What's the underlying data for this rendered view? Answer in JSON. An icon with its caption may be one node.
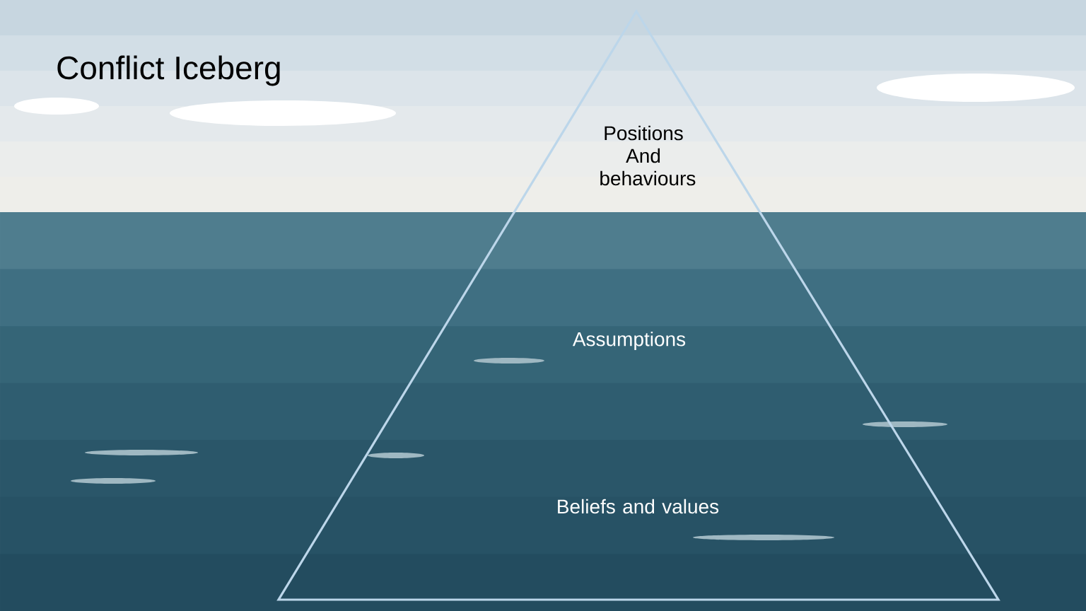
{
  "diagram": {
    "title": "Conflict Iceberg",
    "nodes": [
      {
        "text": [
          "Positions And behaviours",
          "Assumptions",
          "Beliefs and values"
        ]
      }
    ]
  }
}
